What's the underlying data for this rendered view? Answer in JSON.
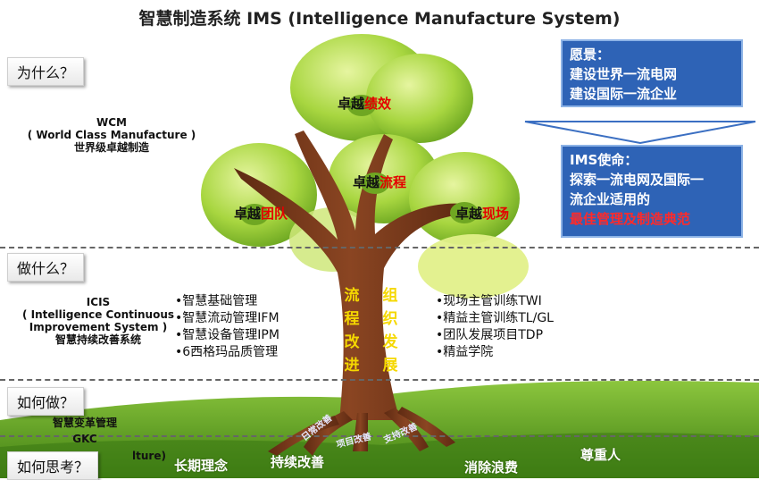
{
  "title": "智慧制造系统 IMS (Intelligence Manufacture System)",
  "sections": {
    "why": "为什么？",
    "what": "做什么？",
    "how": "如何做？",
    "think": "如何思考？"
  },
  "wcm": {
    "line1": "WCM",
    "line2": "( World Class Manufacture )",
    "line3": "世界级卓越制造"
  },
  "icis": {
    "line1": "ICIS",
    "line2": "( Intelligence Continuous",
    "line3": "Improvement System )",
    "line4": "智慧持续改善系统"
  },
  "left_bullets": [
    "•智慧基础管理",
    "•智慧流动管理IFM",
    "•智慧设备管理IPM",
    "•6西格玛品质管理"
  ],
  "right_bullets": [
    "•现场主管训练TWI",
    "•精益主管训练TL/GL",
    "•团队发展项目TDP",
    "•精益学院"
  ],
  "vision": {
    "heading": "愿景：",
    "line1": "建设世界一流电网",
    "line2": "建设国际一流企业"
  },
  "mission": {
    "heading": "IMS使命：",
    "line1": "探索一流电网及国际一",
    "line2": "流企业适用的",
    "line3": "最佳管理及制造典范"
  },
  "fruits": {
    "performance": {
      "prefix": "卓越",
      "highlight": "绩效"
    },
    "process": {
      "prefix": "卓越",
      "highlight": "流程"
    },
    "team": {
      "prefix": "卓越",
      "highlight": "团队"
    },
    "site": {
      "prefix": "卓越",
      "highlight": "现场"
    }
  },
  "trunk": {
    "left_column": "流程改进",
    "right_column": "组织发展"
  },
  "roots": {
    "daily": "日常改善",
    "project": "项目改善",
    "support": "支持改善"
  },
  "how_items": {
    "change": "智慧变革管理",
    "gkc": "GKC",
    "culture_fragment": "lture)"
  },
  "ground": {
    "long_term": "长期理念",
    "continuous": "持续改善",
    "waste": "消除浪费",
    "respect": "尊重人"
  },
  "colors": {
    "vision_box": "#2e63b6",
    "trunk": "#7a3a1c",
    "leaf": "#9ccc3c",
    "ground": "#4f9a1f",
    "highlight_red": "#e40000"
  }
}
